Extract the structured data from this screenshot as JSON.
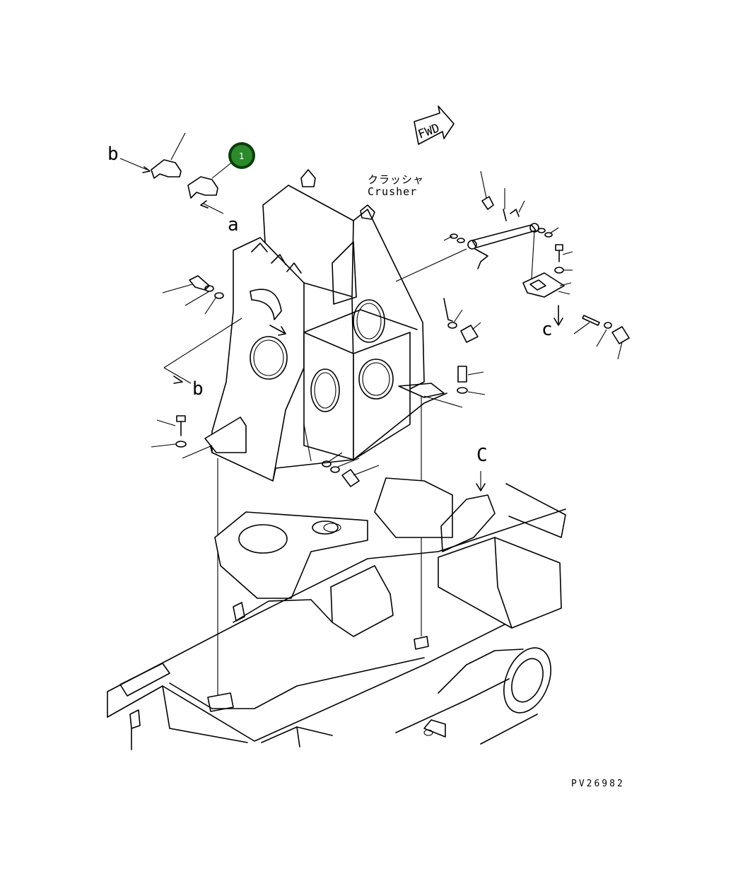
{
  "diagram": {
    "labels": {
      "a": "a",
      "b": "b",
      "c": "c",
      "c_upper": "C",
      "fwd": "FWD",
      "crusher_jp": "クラッシャ",
      "crusher_en": "Crusher",
      "drawing_code": "PV26982"
    },
    "callout": {
      "number": "1",
      "color": "#2b8a2b",
      "ring_color": "#0b3d0b"
    }
  }
}
